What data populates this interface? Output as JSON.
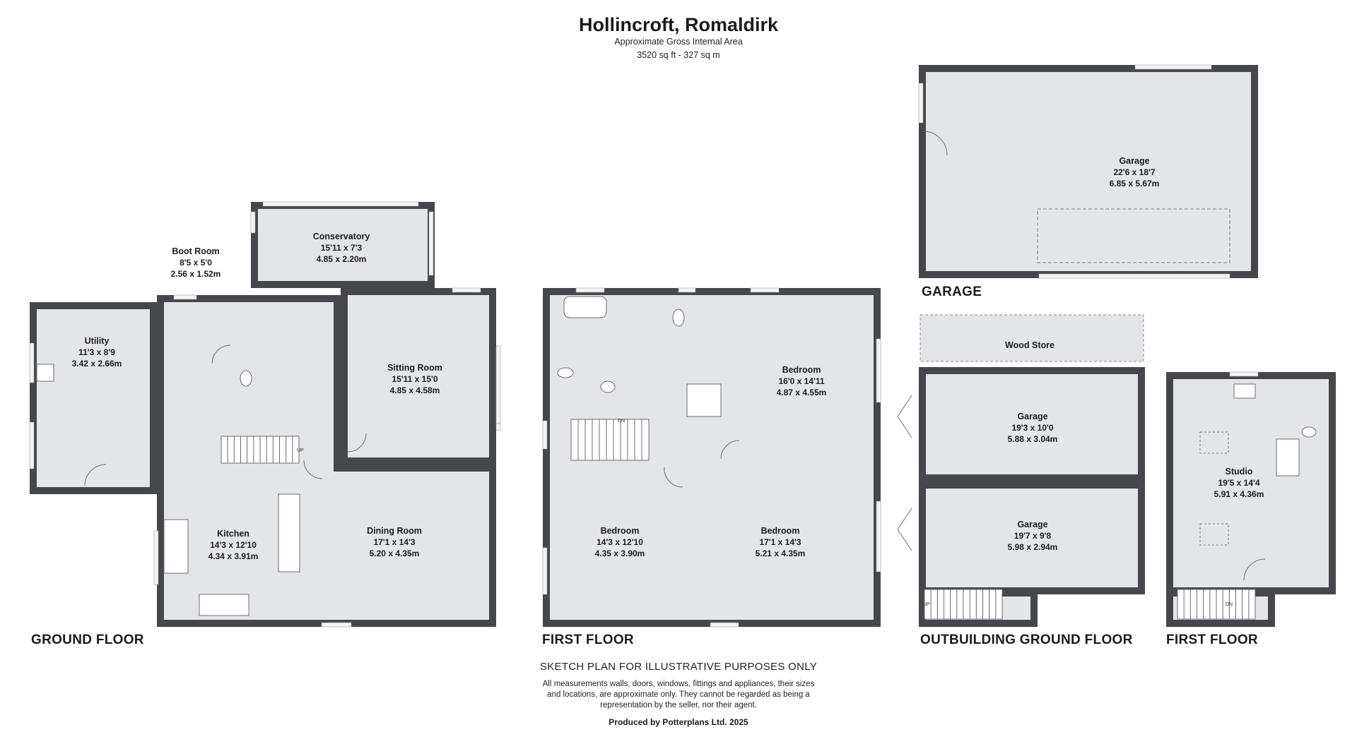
{
  "header": {
    "title": "Hollincroft, Romaldirk",
    "subtitle": "Approximate Gross Internal Area",
    "area": "3520 sq ft - 327 sq m"
  },
  "floors": {
    "ground": "GROUND FLOOR",
    "first": "FIRST FLOOR",
    "garage": "GARAGE",
    "outbuilding_ground": "OUTBUILDING GROUND FLOOR",
    "outbuilding_first": "FIRST FLOOR"
  },
  "rooms": {
    "utility": {
      "name": "Utility",
      "imperial": "11'3 x 8'9",
      "metric": "3.42 x 2.66m"
    },
    "boot_room": {
      "name": "Boot Room",
      "imperial": "8'5 x 5'0",
      "metric": "2.56 x 1.52m"
    },
    "conservatory": {
      "name": "Conservatory",
      "imperial": "15'11 x 7'3",
      "metric": "4.85 x 2.20m"
    },
    "sitting_room": {
      "name": "Sitting Room",
      "imperial": "15'11 x 15'0",
      "metric": "4.85 x 4.58m"
    },
    "kitchen": {
      "name": "Kitchen",
      "imperial": "14'3 x 12'10",
      "metric": "4.34 x 3.91m"
    },
    "dining_room": {
      "name": "Dining Room",
      "imperial": "17'1 x 14'3",
      "metric": "5.20 x 4.35m"
    },
    "bedroom_1": {
      "name": "Bedroom",
      "imperial": "16'0 x 14'11",
      "metric": "4.87 x 4.55m"
    },
    "bedroom_2": {
      "name": "Bedroom",
      "imperial": "14'3 x 12'10",
      "metric": "4.35 x 3.90m"
    },
    "bedroom_3": {
      "name": "Bedroom",
      "imperial": "17'1 x 14'3",
      "metric": "5.21 x 4.35m"
    },
    "garage_main": {
      "name": "Garage",
      "imperial": "22'6 x 18'7",
      "metric": "6.85 x 5.67m"
    },
    "wood_store": {
      "name": "Wood Store"
    },
    "garage_upper": {
      "name": "Garage",
      "imperial": "19'3 x 10'0",
      "metric": "5.88 x 3.04m"
    },
    "garage_lower": {
      "name": "Garage",
      "imperial": "19'7 x 9'8",
      "metric": "5.98 x 2.94m"
    },
    "studio": {
      "name": "Studio",
      "imperial": "19'5 x 14'4",
      "metric": "5.91 x 4.36m"
    }
  },
  "stair_labels": {
    "up": "UP",
    "dn": "DN"
  },
  "footer": {
    "disclaimer": "SKETCH PLAN FOR ILLUSTRATIVE PURPOSES ONLY",
    "notes": "All measurements walls, doors, windows, fittings and appliances, their sizes and locations, are approximate only. They cannot be regarded as being a representation by the seller, nor their agent.",
    "produced": "Produced by Potterplans Ltd. 2025"
  },
  "colors": {
    "wall": "#45474c",
    "floor": "#e4e5e8",
    "window": "#f4f4f4"
  }
}
